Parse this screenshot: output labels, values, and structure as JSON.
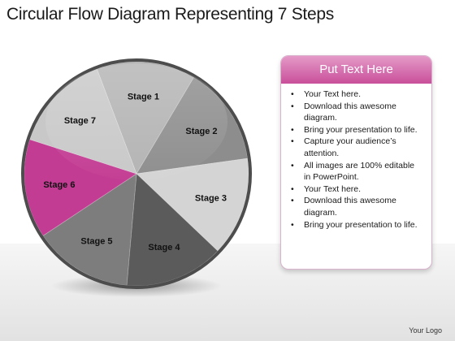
{
  "title": "Circular Flow Diagram Representing 7 Steps",
  "stages": [
    {
      "label": "Stage 1",
      "color": "#b3b3b3"
    },
    {
      "label": "Stage 2",
      "color": "#8d8d8d"
    },
    {
      "label": "Stage 3",
      "color": "#d4d4d4"
    },
    {
      "label": "Stage 4",
      "color": "#5b5b5b"
    },
    {
      "label": "Stage 5",
      "color": "#7d7d7d"
    },
    {
      "label": "Stage 6",
      "color": "#c33c93"
    },
    {
      "label": "Stage 7",
      "color": "#c8c8c8"
    }
  ],
  "highlight_color": "#c33c93",
  "panel": {
    "header": "Put Text Here",
    "bullets": [
      "Your Text here.",
      "Download this awesome diagram.",
      "Bring your presentation to life.",
      "Capture your audience’s attention.",
      "All images are 100% editable in PowerPoint.",
      "Your Text here.",
      "Download this awesome diagram.",
      "Bring your presentation to life."
    ]
  },
  "logo": "Your Logo"
}
